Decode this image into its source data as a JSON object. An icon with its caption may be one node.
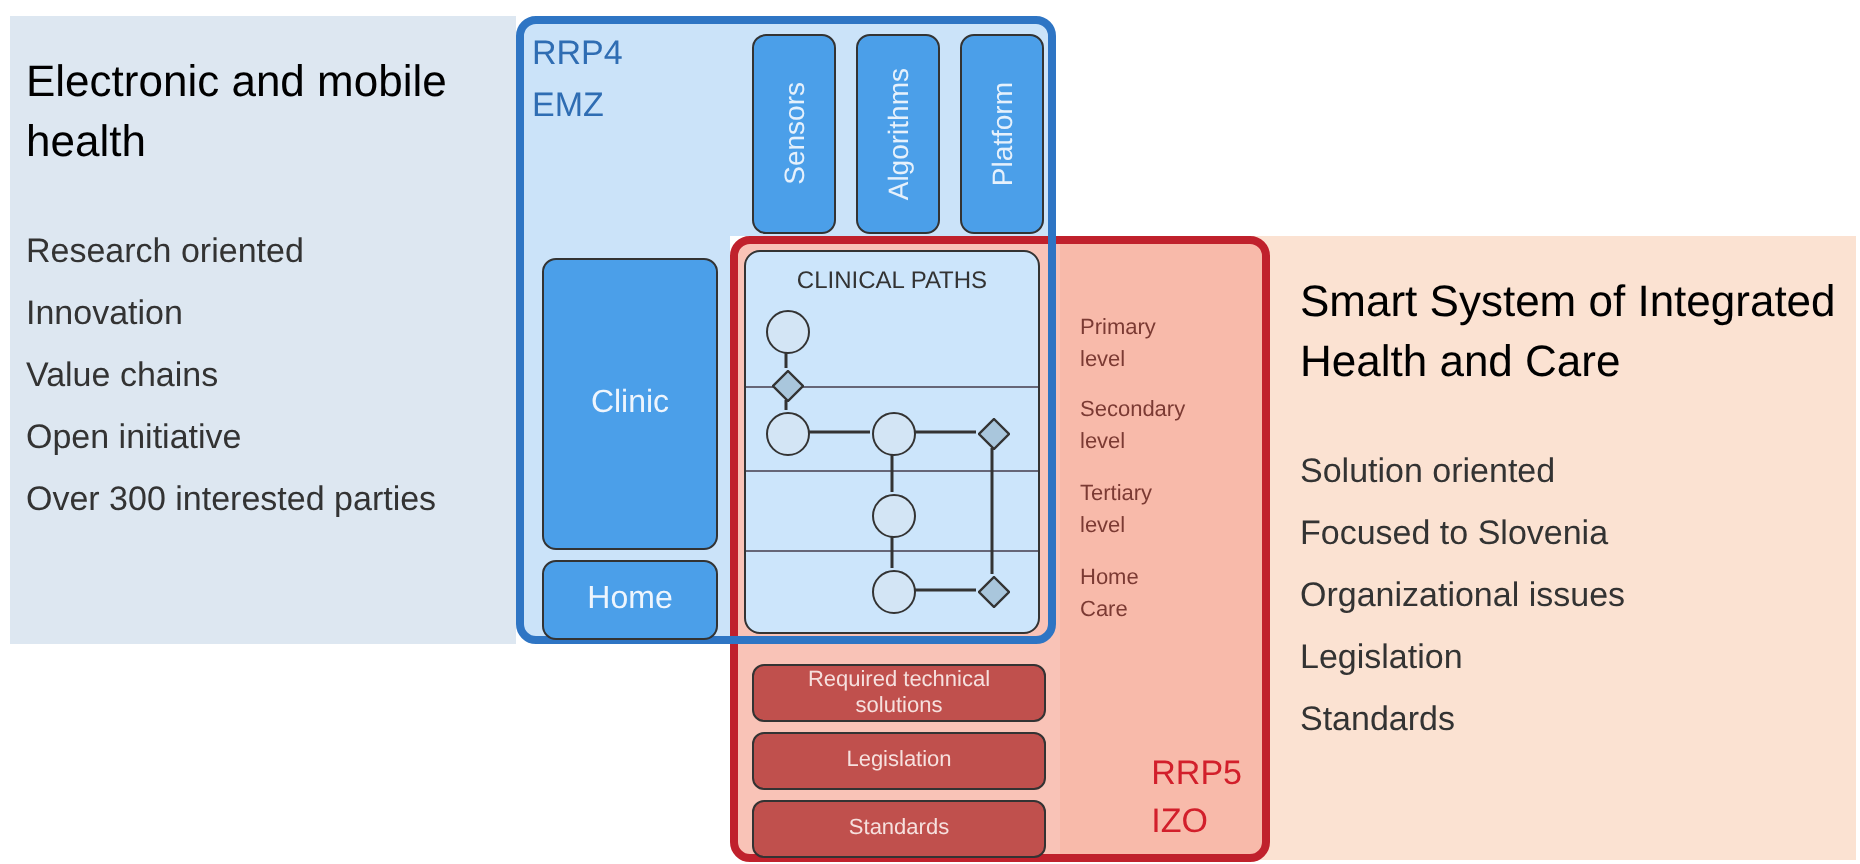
{
  "diagram": {
    "nodes": [
      {
        "text": [
          "Electronic and mobile health",
          "Research oriented",
          "Innovation",
          "Value chains",
          "Open initiative",
          "Over 300 interested parties"
        ]
      },
      {
        "text": [
          "RRP4",
          "EMZ"
        ]
      },
      {
        "text": [
          "Sensors"
        ],
        "in": 1
      },
      {
        "text": [
          "Algorithms"
        ],
        "in": 1
      },
      {
        "text": [
          "Platform"
        ],
        "in": 1
      },
      {
        "text": [
          "Clinic"
        ],
        "in": 1
      },
      {
        "text": [
          "Home"
        ],
        "in": 1
      },
      {
        "text": [
          "CLINICAL PATHS"
        ]
      },
      {
        "text": [],
        "shape": "circle",
        "in": 7
      },
      {
        "text": [],
        "shape": "diamond",
        "in": 7
      },
      {
        "text": [],
        "shape": "circle",
        "in": 7
      },
      {
        "text": [],
        "shape": "circle",
        "in": 7
      },
      {
        "text": [],
        "shape": "diamond",
        "in": 7
      },
      {
        "text": [],
        "shape": "circle",
        "in": 7
      },
      {
        "text": [],
        "shape": "circle",
        "in": 7
      },
      {
        "text": [],
        "shape": "diamond",
        "in": 7
      },
      {
        "text": [
          "Smart System of Integrated Health and Care",
          "Solution oriented",
          "Focused to Slovenia",
          "Organizational issues",
          "Legislation",
          "Standards"
        ]
      },
      {
        "text": [
          "RRP5",
          "IZO"
        ]
      },
      {
        "text": [
          "Required technical solutions"
        ],
        "in": 17
      },
      {
        "text": [
          "Legislation"
        ],
        "in": 17
      },
      {
        "text": [
          "Standards"
        ],
        "in": 17
      }
    ],
    "edges": [
      {
        "from": 8,
        "to": 9,
        "arrow": "none"
      },
      {
        "from": 9,
        "to": 10,
        "arrow": "none"
      },
      {
        "from": 10,
        "to": 11,
        "arrow": "none"
      },
      {
        "from": 11,
        "to": 12,
        "arrow": "none"
      },
      {
        "from": 11,
        "to": 13,
        "arrow": "none"
      },
      {
        "from": 13,
        "to": 14,
        "arrow": "none"
      },
      {
        "from": 14,
        "to": 15,
        "arrow": "none"
      },
      {
        "from": 12,
        "to": 15,
        "arrow": "none"
      }
    ],
    "labels": [
      "Primary level",
      "Secondary level",
      "Tertiary level",
      "Home Care"
    ]
  }
}
